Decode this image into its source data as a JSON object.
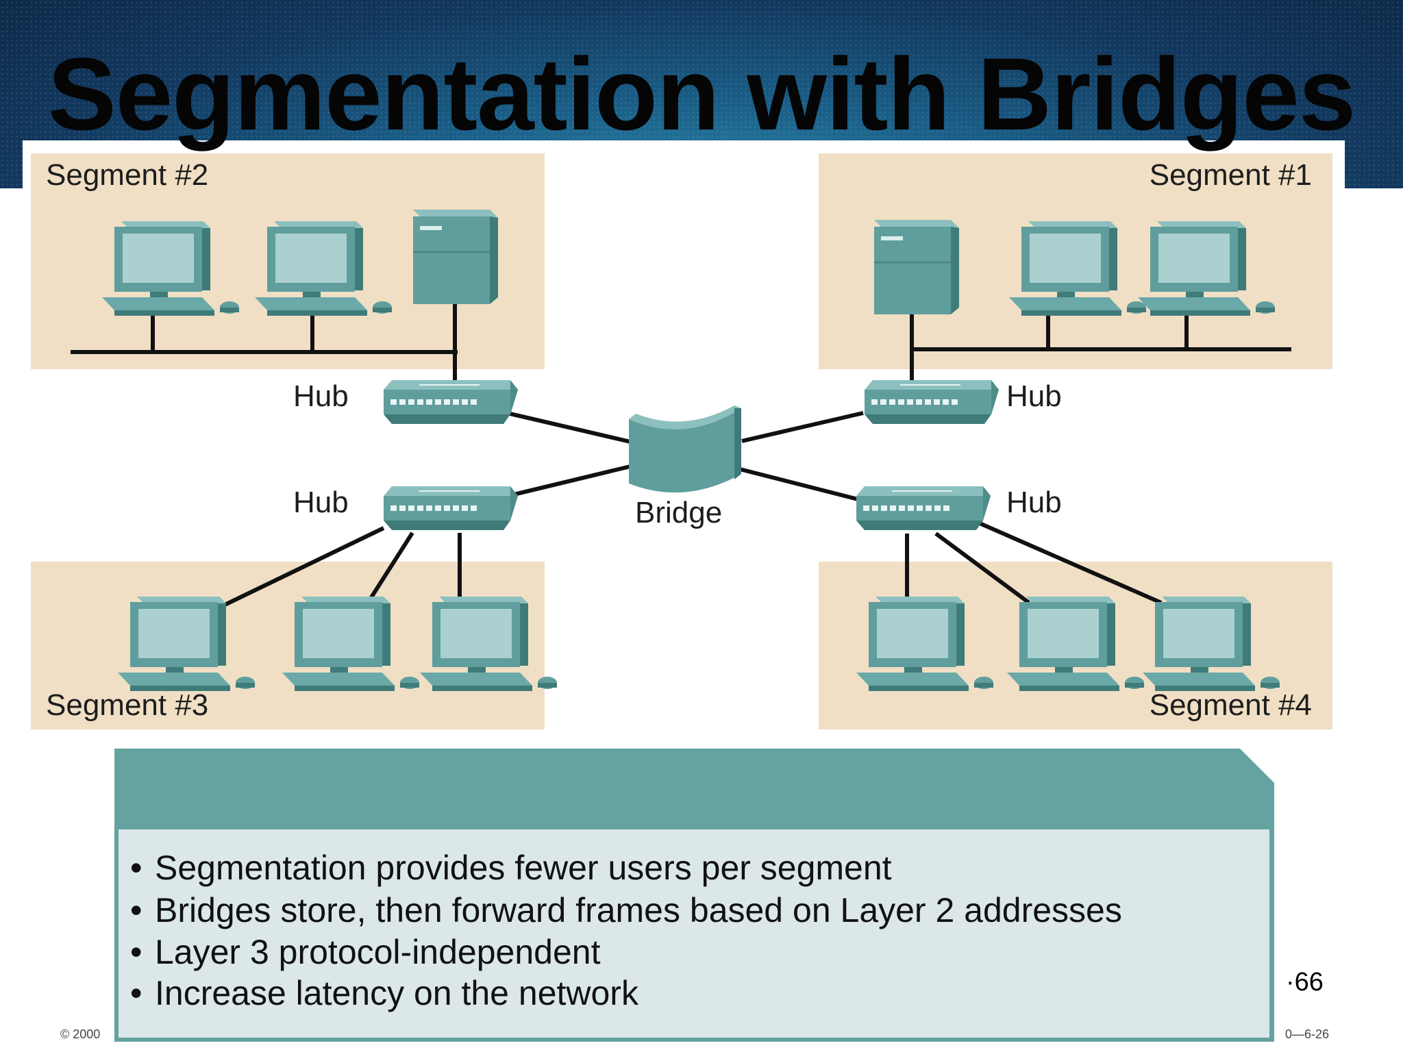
{
  "slide": {
    "title": "Segmentation with Bridges",
    "page_number": "66",
    "page_number_prefix": "·",
    "copyright": "© 2000",
    "course_code": "0—6-26"
  },
  "diagram": {
    "segments": [
      {
        "label": "Segment #2",
        "devices": [
          "workstation",
          "workstation",
          "server"
        ]
      },
      {
        "label": "Segment #1",
        "devices": [
          "server",
          "workstation",
          "workstation"
        ]
      },
      {
        "label": "Segment #3",
        "devices": [
          "workstation",
          "workstation",
          "workstation"
        ]
      },
      {
        "label": "Segment #4",
        "devices": [
          "workstation",
          "workstation",
          "workstation"
        ]
      }
    ],
    "hubs": [
      "Hub",
      "Hub",
      "Hub",
      "Hub"
    ],
    "bridge_label": "Bridge"
  },
  "info_box": {
    "bullet_char": "•",
    "bullets": [
      "Segmentation provides fewer users per segment",
      "Bridges store, then forward frames based on Layer 2 addresses",
      "Layer 3 protocol-independent",
      "Increase latency on the network"
    ]
  },
  "colors": {
    "device_teal": "#5f9e9c",
    "segment_fill": "#f0dfc5",
    "infobox_header": "#65a3a0",
    "infobox_body": "#dbe7e8"
  }
}
